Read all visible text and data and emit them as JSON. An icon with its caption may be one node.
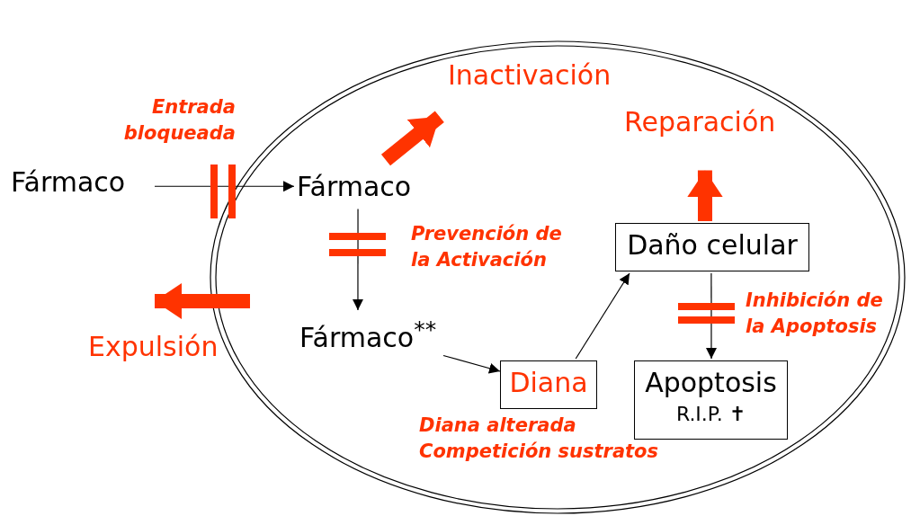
{
  "diagram": {
    "nodes": [
      {
        "text": [],
        "shape": "ellipse"
      },
      {
        "text": [
          "Fármaco"
        ]
      },
      {
        "text": [
          "Fármaco"
        ],
        "in": 0
      },
      {
        "text": [
          "Fármaco$^{**}$"
        ],
        "in": 0
      },
      {
        "text": [
          "Diana"
        ],
        "in": 0,
        "beside": [
          "Diana alterada Competición sustratos"
        ]
      },
      {
        "text": [
          "Daño celular"
        ],
        "in": 0
      },
      {
        "text": [
          "Apoptosis",
          "R.I.P. ✝"
        ],
        "in": 0
      },
      {
        "text": [
          "Inactivación"
        ],
        "in": 0
      },
      {
        "text": [
          "Reparación"
        ],
        "in": 0
      },
      {
        "text": [
          "Expulsión"
        ]
      }
    ],
    "edges": [
      {
        "from": 1,
        "to": 2,
        "arrow": "to"
      },
      {
        "from": 2,
        "to": 3,
        "arrow": "to"
      },
      {
        "from": 3,
        "to": 4,
        "arrow": "to"
      },
      {
        "from": 4,
        "to": 5,
        "arrow": "to"
      },
      {
        "from": 5,
        "to": 6,
        "arrow": "to"
      },
      {
        "from": 2,
        "to": 7,
        "arrow": "to",
        "style": "thick",
        "color": "#ff3300"
      },
      {
        "from": 5,
        "to": 8,
        "arrow": "to",
        "style": "thick",
        "color": "#ff3300"
      },
      {
        "from": null,
        "to": 9,
        "arrow": "to",
        "style": "thick",
        "color": "#ff3300"
      }
    ],
    "labels": [
      "Entrada bloqueada",
      "Prevención de la Activación",
      "Inhibición de la Apoptosis"
    ]
  }
}
